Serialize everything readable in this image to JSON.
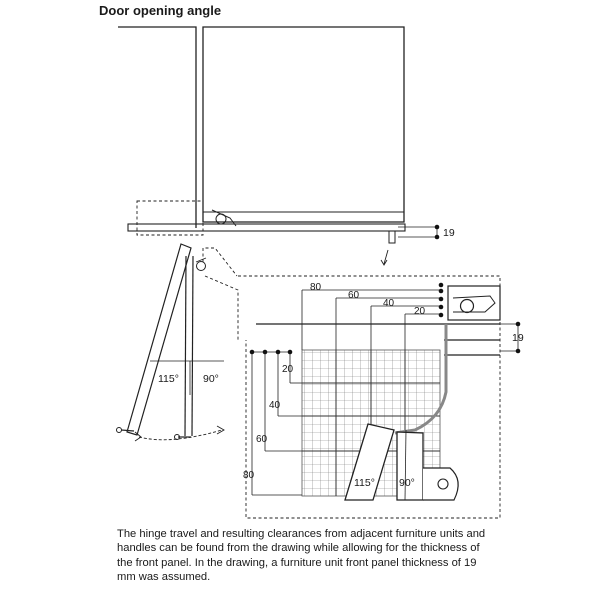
{
  "title": "Door opening angle",
  "labels": {
    "front_panel_thickness": "19",
    "right_clearance": "19",
    "angle_115": "115°",
    "angle_90": "90°",
    "zoom_angle_115": "115°",
    "zoom_angle_90": "90°"
  },
  "top_scale": [
    "80",
    "60",
    "40",
    "20"
  ],
  "left_scale": [
    "20",
    "40",
    "60",
    "80"
  ],
  "caption": "The hinge travel and resulting clearances from adjacent furniture units and handles can be found from the drawing while allowing for the thickness of the front panel. In the drawing, a furniture unit front panel thickness of 19 mm was assumed."
}
